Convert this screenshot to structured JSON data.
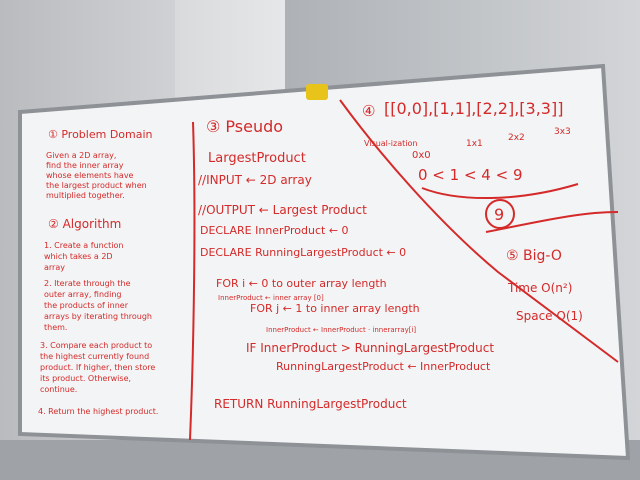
{
  "whiteboard": {
    "col1": {
      "s1_title": "① Problem Domain",
      "s1_lines": [
        "Given a 2D array,",
        "find the inner array",
        "whose elements have",
        "the largest product when",
        "multiplied together."
      ],
      "s2_title": "② Algorithm",
      "s2_lines": [
        "1. Create a function",
        "which takes a 2D",
        "array",
        "2. Iterate through the",
        "outer array, finding",
        "the products of inner",
        "arrays by iterating through",
        "them.",
        "3. Compare each product to",
        "the highest currently found",
        "product. If higher, then store",
        "its product. Otherwise,",
        "continue.",
        "4. Return the highest product."
      ]
    },
    "col2": {
      "title": "③ Pseudo",
      "fn": "LargestProduct",
      "input": "//INPUT ← 2D array",
      "output": "//OUTPUT ← Largest Product",
      "decl1": "DECLARE InnerProduct ← 0",
      "decl2": "DECLARE RunningLargestProduct ← 0",
      "for1": "FOR i ← 0 to outer array length",
      "for2_note": "InnerProduct ← inner array [0]",
      "for2": "FOR j ← 1 to inner array length",
      "calc": "InnerProduct ← InnerProduct · innerarray[i]",
      "if": "IF InnerProduct > RunningLargestProduct",
      "assign": "RunningLargestProduct ← InnerProduct",
      "ret": "RETURN RunningLargestProduct"
    },
    "col3": {
      "title": "④",
      "array": "[[0,0],[1,1],[2,2],[3,3]]",
      "viz": "Visual-ization",
      "mults": [
        "0x0",
        "1x1",
        "2x2",
        "3x3"
      ],
      "compare": "0 < 1 < 4 < 9",
      "result": "9",
      "bigo_title": "⑤ Big-O",
      "time": "Time O(n²)",
      "space": "Space O(1)"
    }
  }
}
